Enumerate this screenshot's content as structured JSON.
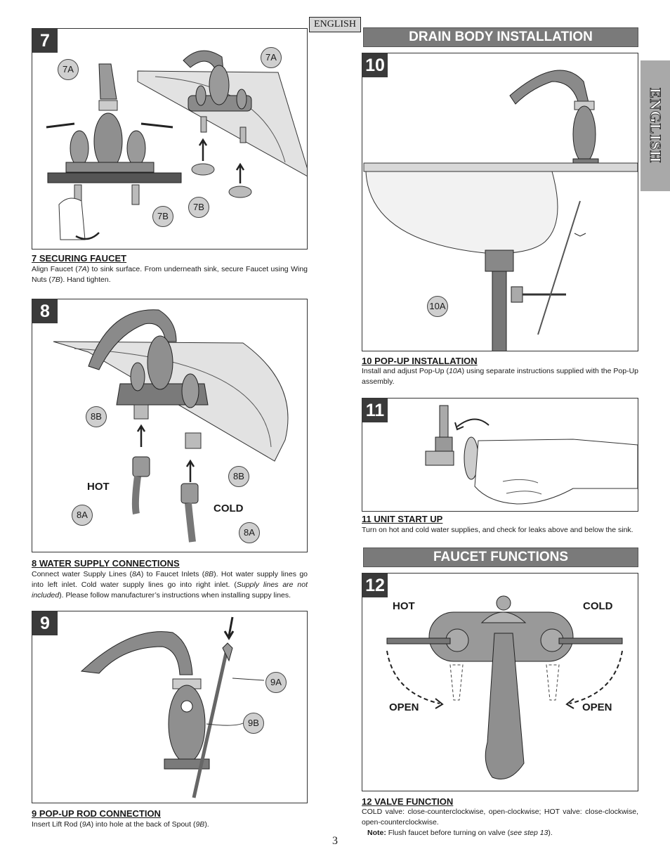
{
  "header": {
    "language_tag": "ENGLISH",
    "side_tab": "ENGLISH"
  },
  "banners": {
    "drain": "DRAIN BODY INSTALLATION",
    "functions": "FAUCET FUNCTIONS"
  },
  "steps": {
    "s7": {
      "number": "7",
      "callouts": [
        "7A",
        "7A",
        "7B",
        "7B"
      ],
      "title": "7  SECURING FAUCET",
      "body_a": "Align Faucet (",
      "ref_a": "7A",
      "body_b": ") to sink surface.  From underneath sink, secure Faucet using Wing Nuts (",
      "ref_b": "7B",
      "body_c": "). Hand tighten."
    },
    "s8": {
      "number": "8",
      "callouts": [
        "8B",
        "8B",
        "8A",
        "8A"
      ],
      "hot": "HOT",
      "cold": "COLD",
      "title": "8  WATER SUPPLY CONNECTIONS",
      "body_a": "Connect water Supply Lines (",
      "ref_a": "8A",
      "body_b": ") to Faucet Inlets (",
      "ref_b": "8B",
      "body_c": ").  Hot water supply lines go into left inlet.  Cold water supply lines go into right inlet.  (",
      "ref_c": "Supply lines are not included",
      "body_d": "). Please follow manufacturer’s instructions when installing suppy lines."
    },
    "s9": {
      "number": "9",
      "callouts": [
        "9A",
        "9B"
      ],
      "title": "9  POP-UP ROD CONNECTION",
      "body_a": "Insert Lift Rod (",
      "ref_a": "9A",
      "body_b": ") into hole at the back of Spout (",
      "ref_b": "9B",
      "body_c": ")."
    },
    "s10": {
      "number": "10",
      "callouts": [
        "10A"
      ],
      "title": "10  POP-UP INSTALLATION",
      "body_a": "Install and adjust Pop-Up (",
      "ref_a": "10A",
      "body_b": ") using separate instructions supplied with the Pop-Up assembly."
    },
    "s11": {
      "number": "11",
      "title": "11  UNIT START UP",
      "body": "Turn on hot and cold water supplies, and check for leaks above and below the sink."
    },
    "s12": {
      "number": "12",
      "hot": "HOT",
      "cold": "COLD",
      "open_left": "OPEN",
      "open_right": "OPEN",
      "title": "12  VALVE FUNCTION",
      "body": "COLD valve: close-counterclockwise, open-clockwise; HOT valve: close-clockwise, open-counterclockwise.",
      "note_label": "Note:",
      "note_a": " Flush faucet before turning on valve (",
      "note_ref": "see step 13",
      "note_b": ")."
    }
  },
  "page_number": "3"
}
